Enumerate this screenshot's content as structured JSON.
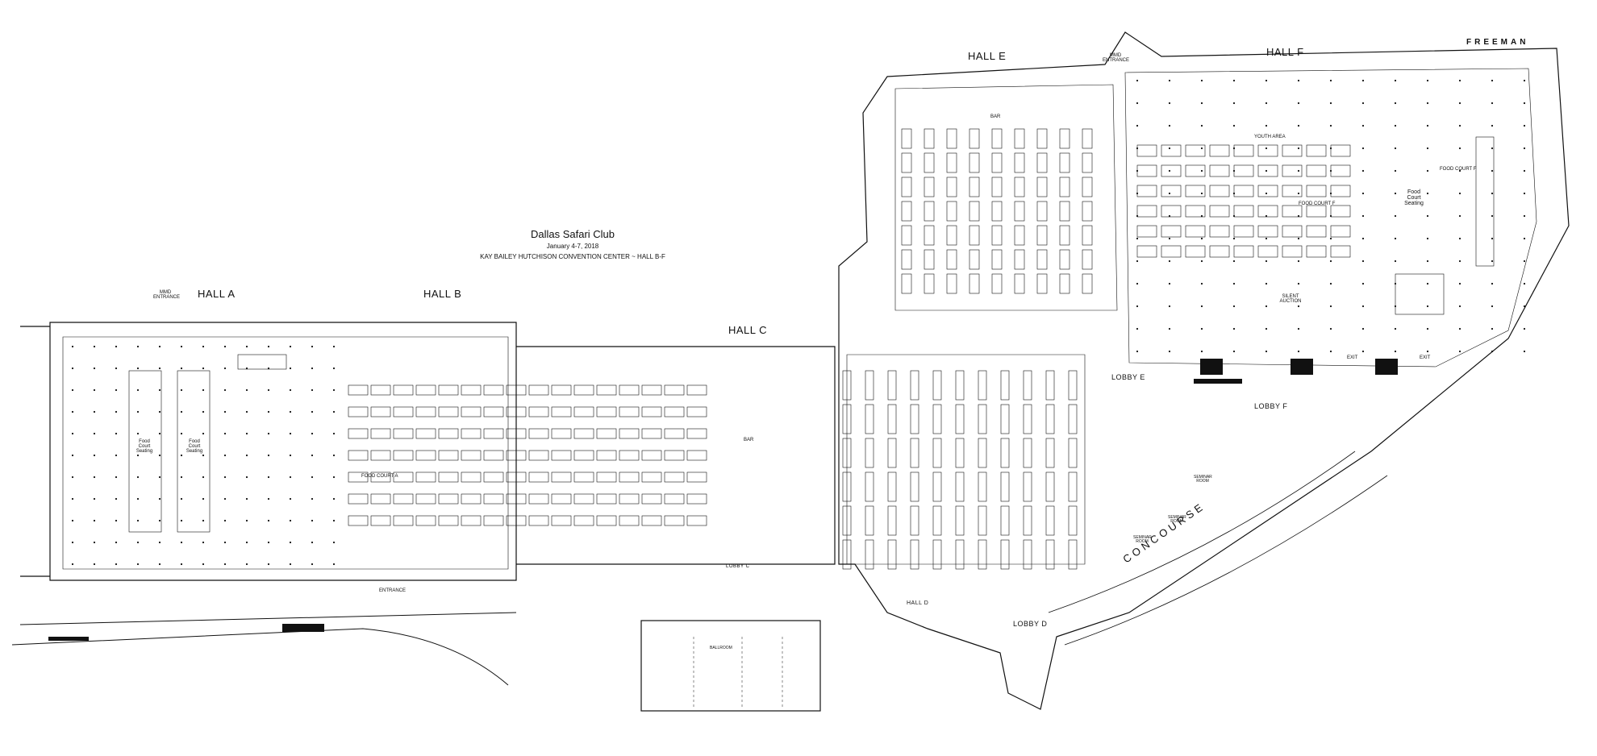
{
  "title": {
    "name": "Dallas Safari Club",
    "dates": "January 4-7, 2018",
    "venue": "KAY BAILEY HUTCHISON CONVENTION CENTER ~ HALL B-F"
  },
  "brand": "FREEMAN",
  "halls": {
    "a": "HALL A",
    "b": "HALL B",
    "c": "HALL C",
    "d": "HALL D",
    "e": "HALL E",
    "f": "HALL F"
  },
  "lobbies": {
    "c": "LOBBY C",
    "d": "LOBBY D",
    "e": "LOBBY E",
    "f": "LOBBY F"
  },
  "concourse": "CONCOURSE",
  "labels": {
    "mmd_entrance": "MMD ENTRANCE",
    "mmd_entrance_e": "MMD ENTRANCE",
    "food_court_a": "FOOD COURT A",
    "food_court_e": "FOOD COURT F",
    "food_court_f": "FOOD COURT F",
    "food_court_seating_a1": "Food Court Seating",
    "food_court_seating_a2": "Food Court Seating",
    "food_court_seating_f": "Food Court Seating",
    "bar_c": "BAR",
    "bar_e": "BAR",
    "entrance": "ENTRANCE",
    "exit_1": "EXIT",
    "exit_2": "EXIT",
    "silent_auction": "SILENT AUCTION",
    "youth_area": "YOUTH AREA",
    "seminar_1": "SEMINAR ROOM",
    "seminar_2": "SEMINAR ROOM",
    "seminar_3": "SEMINAR ROOM",
    "ballroom": "BALLROOM"
  },
  "colors": {
    "line": "#111111",
    "background": "#ffffff",
    "fill_dark": "#111111"
  }
}
